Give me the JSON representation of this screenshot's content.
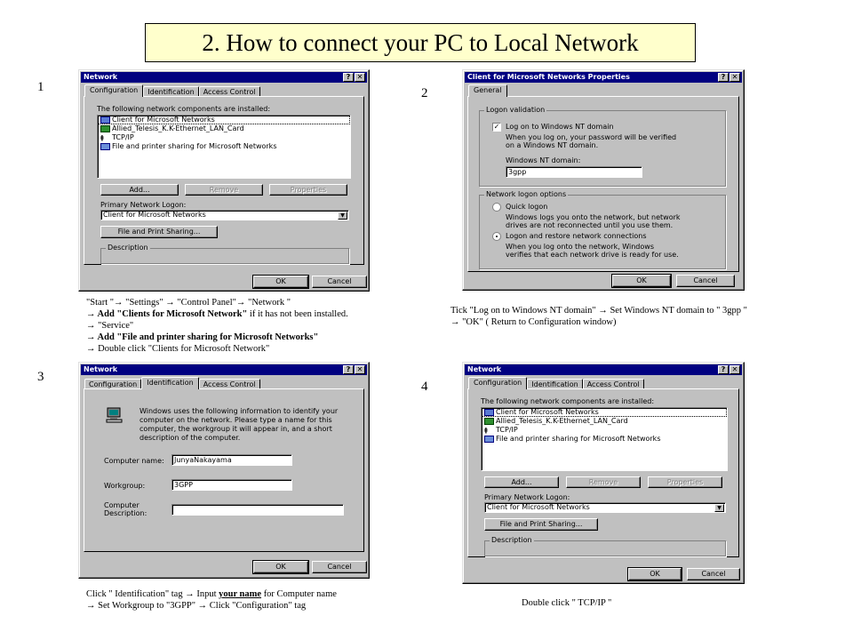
{
  "title": "2. How to connect your PC to Local Network",
  "steps": [
    "1",
    "2",
    "3",
    "4"
  ],
  "dialog_network": {
    "title": "Network",
    "help_btn": "?",
    "close_btn": "✕",
    "tabs": [
      "Configuration",
      "Identification",
      "Access Control"
    ],
    "components_label": "The following network components are installed:",
    "components": [
      "Client for Microsoft Networks",
      "Allied_Telesis_K.K-Ethernet_LAN_Card",
      "TCP/IP",
      "File and printer sharing for Microsoft Networks"
    ],
    "buttons": {
      "add": "Add...",
      "remove": "Remove",
      "properties": "Properties"
    },
    "primary_logon_label": "Primary Network Logon:",
    "primary_logon_value": "Client for Microsoft Networks",
    "file_print_btn": "File and Print Sharing...",
    "description_label": "Description",
    "ok": "OK",
    "cancel": "Cancel"
  },
  "dialog_client": {
    "title": "Client for Microsoft Networks Properties",
    "help_btn": "?",
    "close_btn": "✕",
    "tab": "General",
    "logon_validation": "Logon validation",
    "logon_nt_check": "Log on to Windows NT domain",
    "logon_nt_desc_1": "When you log on, your password will be verified",
    "logon_nt_desc_2": "on a Windows NT domain.",
    "domain_label": "Windows NT domain:",
    "domain_value": "3gpp",
    "network_logon_options": "Network logon options",
    "quick_logon": "Quick logon",
    "quick_desc_1": "Windows logs you onto the network, but network",
    "quick_desc_2": "drives are not reconnected until you use them.",
    "restore_logon": "Logon and restore network connections",
    "restore_desc_1": "When you log onto the network, Windows",
    "restore_desc_2": "verifies that each network drive is ready for use.",
    "ok": "OK",
    "cancel": "Cancel"
  },
  "dialog_identification": {
    "title": "Network",
    "help_btn": "?",
    "close_btn": "✕",
    "tabs": [
      "Configuration",
      "Identification",
      "Access Control"
    ],
    "info_1": "Windows uses the following information to identify your",
    "info_2": "computer on the network.  Please type a name for this",
    "info_3": "computer, the workgroup it will appear in, and a short",
    "info_4": "description of the computer.",
    "computer_name_label": "Computer name:",
    "computer_name_value": "JunyaNakayama",
    "workgroup_label": "Workgroup:",
    "workgroup_value": "3GPP",
    "comp_desc_label_1": "Computer",
    "comp_desc_label_2": "Description:",
    "comp_desc_value": "",
    "ok": "OK",
    "cancel": "Cancel"
  },
  "captions": {
    "c1_line1": "\"Start \"→ \"Settings\" → \"Control Panel\"→  \"Network \"",
    "c1_line2_pre": "→  ",
    "c1_line2_bold": "Add \"Clients for Microsoft Network\"",
    "c1_line2_post": " if it has not been installed.",
    "c1_line3": "→ \"Service\"",
    "c1_line4_pre": "→  ",
    "c1_line4_bold": "Add \"File and printer sharing for Microsoft Networks\"",
    "c1_line5": "→ Double click   \"Clients for Microsoft Network\"",
    "c2_line1": "Tick  \"Log on to Windows NT domain\" → Set Windows NT domain to \" 3gpp \"",
    "c2_line2": "→ \"OK\"  ( Return to Configuration window)",
    "c3_line1_pre": "Click \" Identification\"  tag  →  Input ",
    "c3_line1_u": "your name",
    "c3_line1_post": " for Computer name",
    "c3_line2": "→  Set Workgroup to \"3GPP\" → Click \"Configuration\" tag",
    "c4_line1": "Double click  \"  TCP/IP \""
  }
}
